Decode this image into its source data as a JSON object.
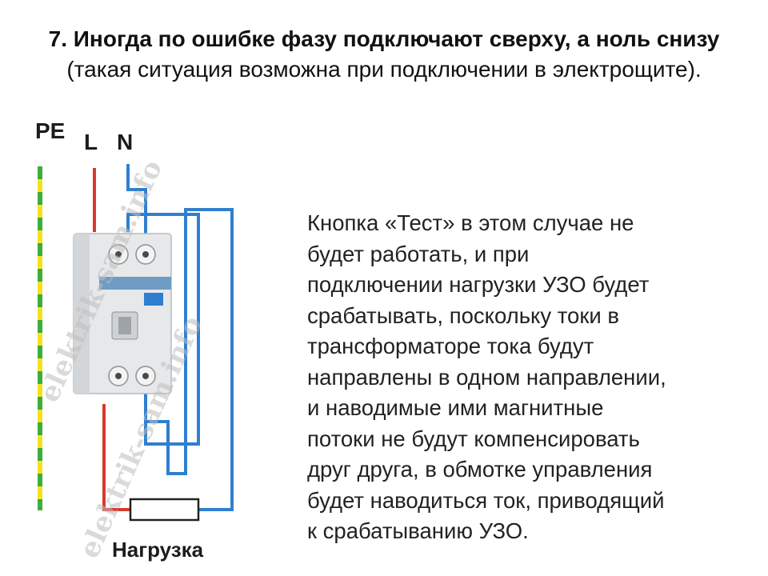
{
  "title": {
    "bold": "7. Иногда по ошибке фазу подключают сверху, а ноль снизу",
    "rest": " (такая ситуация возможна при подключении в электрощите)."
  },
  "labels": {
    "pe": "PE",
    "l": "L",
    "n": "N",
    "load": "Нагрузка"
  },
  "description": [
    "Кнопка «Тест» в этом случае не",
    "будет работать, и при",
    "подключении нагрузки УЗО будет",
    "срабатывать, поскольку токи в",
    "трансформаторе тока будут",
    "направлены в одном направлении,",
    "и наводимые ими магнитные",
    "потоки не будут компенсировать",
    "друг друга, в обмотке управления",
    "будет наводиться ток, приводящий",
    "к срабатыванию УЗО."
  ],
  "watermark": "elektrik-sam.info",
  "colors": {
    "phase": "#d93a2b",
    "neutral": "#2f7fd0",
    "pe_yellow": "#f4e01c",
    "pe_green": "#3fae3c"
  }
}
